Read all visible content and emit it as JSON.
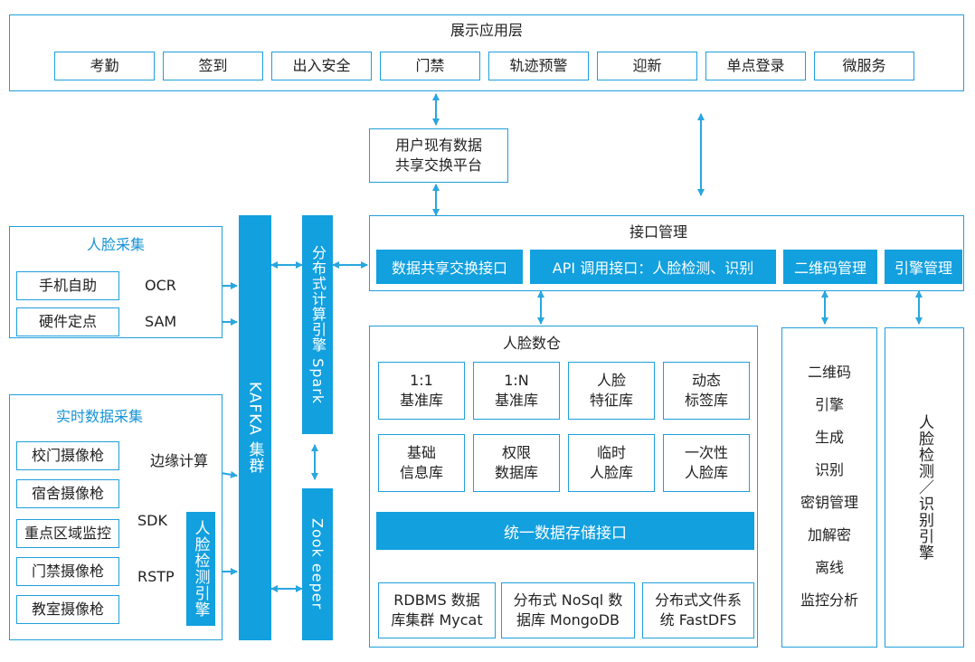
{
  "presentation": {
    "title": "展示应用层",
    "items": [
      "考勤",
      "签到",
      "出入安全",
      "门禁",
      "轨迹预警",
      "迎新",
      "单点登录",
      "微服务"
    ]
  },
  "exchange_platform": "用户现有数据\n共享交换平台",
  "face_capture": {
    "title": "人脸采集",
    "items": [
      "手机自助",
      "硬件定点"
    ],
    "labels": [
      "OCR",
      "SAM"
    ]
  },
  "realtime_capture": {
    "title": "实时数据采集",
    "items": [
      "校门摄像枪",
      "宿舍摄像枪",
      "重点区域监控",
      "门禁摄像枪",
      "教室摄像枪"
    ],
    "labels": [
      "边缘计算",
      "SDK",
      "RSTP"
    ]
  },
  "face_detect_engine": "人脸检测引擎",
  "kafka": "KAFKA 集群",
  "spark": "分布式计算引擎 Spark",
  "zookeeper": "Zook eeper",
  "interface_mgmt": {
    "title": "接口管理",
    "items": [
      "数据共享交换接口",
      "API 调用接口：人脸检测、识别",
      "二维码管理",
      "引擎管理"
    ]
  },
  "warehouse": {
    "title": "人脸数仓",
    "cells": [
      "1:1\n基准库",
      "1:N\n基准库",
      "人脸\n特征库",
      "动态\n标签库",
      "基础\n信息库",
      "权限\n数据库",
      "临时\n人脸库",
      "一次性\n人脸库"
    ],
    "storage_interface": "统一数据存储接口",
    "stores": [
      "RDBMS 数据\n库集群 Mycat",
      "分布式 NoSql 数\n据库 MongoDB",
      "分布式文件系\n统 FastDFS"
    ]
  },
  "qr_engine": [
    "二维码",
    "引擎",
    "生成",
    "识别",
    "密钥管理",
    "加解密",
    "离线",
    "监控分析"
  ],
  "face_recognition_engine": "人脸检测／识别引擎",
  "colors": {
    "accent": "#12a0df",
    "border": "#1f9fdc",
    "label": "#1793d6"
  }
}
